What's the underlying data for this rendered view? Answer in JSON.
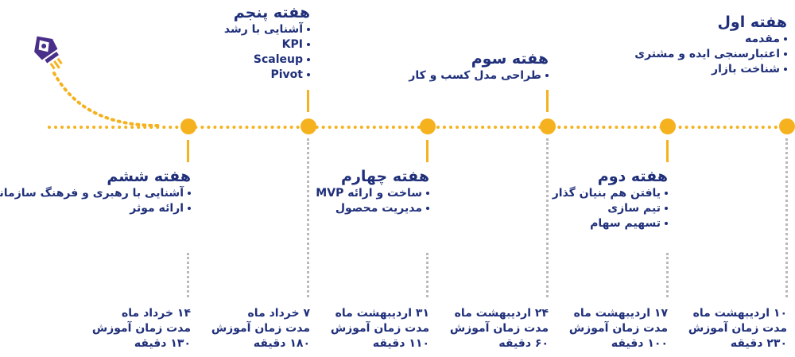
{
  "weeks": [
    {
      "title": "هفته اول",
      "items": [
        "مقدمه",
        "اعتبارسنجی ایده و مشتری",
        "شناخت بازار"
      ],
      "date": "۱۰ اردیبهشت ماه",
      "duration_label": "مدت زمان آموزش",
      "duration": "۲۳۰ دقیقه"
    },
    {
      "title": "هفته دوم",
      "items": [
        "یافتن هم بنیان گذار",
        "تیم سازی",
        "تسهیم سهام"
      ],
      "date": "۱۷ اردیبهشت ماه",
      "duration_label": "مدت زمان آموزش",
      "duration": "۱۰۰ دقیقه"
    },
    {
      "title": "هفته سوم",
      "items": [
        "طراحی مدل کسب و کار"
      ],
      "date": "۲۴ اردیبهشت ماه",
      "duration_label": "مدت زمان آموزش",
      "duration": "۶۰ دقیقه"
    },
    {
      "title": "هفته چهارم",
      "items": [
        "ساخت و ارائه MVP",
        "مدیریت محصول"
      ],
      "date": "۳۱ اردیبهشت ماه",
      "duration_label": "مدت زمان آموزش",
      "duration": "۱۱۰ دقیقه"
    },
    {
      "title": "هفته پنجم",
      "items": [
        "آشنایی با رشد",
        "KPI",
        "Scaleup",
        "Pivot"
      ],
      "date": "۷ خرداد ماه",
      "duration_label": "مدت زمان آموزش",
      "duration": "۱۸۰ دقیقه"
    },
    {
      "title": "هفته ششم",
      "items": [
        "آشنایی با رهبری و فرهنگ سازمانی",
        "ارائه موثر"
      ],
      "date": "۱۴ خرداد ماه",
      "duration_label": "مدت زمان آموزش",
      "duration": "۱۳۰ دقیقه"
    }
  ],
  "colors": {
    "accent": "#f5b21e",
    "text": "#1f2f7a",
    "logo": "#4a2f8a",
    "connector": "#b9b9b9"
  },
  "icons": {
    "logo": "pen-nib-rocket-icon"
  }
}
